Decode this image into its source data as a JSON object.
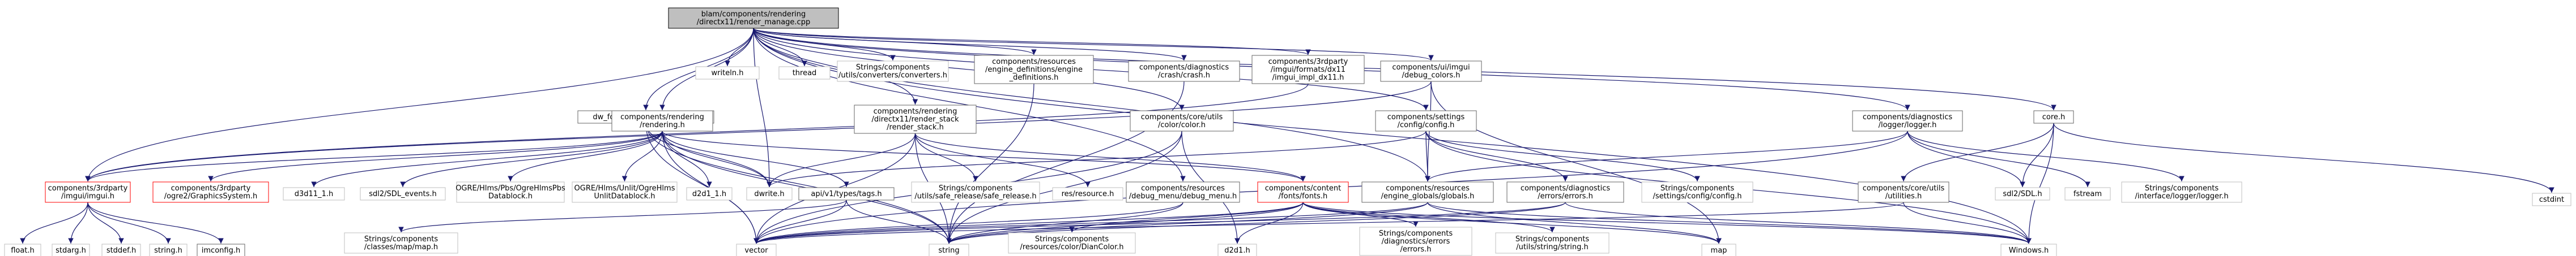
{
  "colors": {
    "edge": "#191970",
    "root_fill": "#bfbfbf",
    "root_stroke": "#000000",
    "normal_stroke": "#666666",
    "missing_stroke": "#bfbfbf",
    "highlight_stroke": "#ff0000"
  },
  "nodes": [
    {
      "id": "root",
      "kind": "root",
      "lines": [
        "blam/components/rendering",
        "/directx11/render_manage.cpp"
      ]
    },
    {
      "id": "writeln",
      "kind": "missing",
      "lines": [
        "writeln.h"
      ]
    },
    {
      "id": "thread",
      "kind": "missing",
      "lines": [
        "thread"
      ]
    },
    {
      "id": "converters",
      "kind": "missing",
      "lines": [
        "Strings/components",
        "/utils/converters/converters.h"
      ]
    },
    {
      "id": "engdefs",
      "kind": "normal",
      "lines": [
        "components/resources",
        "/engine_definitions/engine",
        "_definitions.h"
      ]
    },
    {
      "id": "crash",
      "kind": "normal",
      "lines": [
        "components/diagnostics",
        "/crash/crash.h"
      ]
    },
    {
      "id": "imgui_impl",
      "kind": "normal",
      "lines": [
        "components/3rdparty",
        "/imgui/formats/dx11",
        "/imgui_impl_dx11.h"
      ]
    },
    {
      "id": "debug_colors",
      "kind": "normal",
      "lines": [
        "components/ui/imgui",
        "/debug_colors.h"
      ]
    },
    {
      "id": "dwfont",
      "kind": "normal",
      "lines": [
        "dw_font_loader/FontLoader.h"
      ]
    },
    {
      "id": "rendering",
      "kind": "normal",
      "lines": [
        "components/rendering",
        "/rendering.h"
      ]
    },
    {
      "id": "render_stack",
      "kind": "normal",
      "lines": [
        "components/rendering",
        "/directx11/render_stack",
        "/render_stack.h"
      ]
    },
    {
      "id": "colorh",
      "kind": "normal",
      "lines": [
        "components/core/utils",
        "/color/color.h"
      ]
    },
    {
      "id": "configh",
      "kind": "normal",
      "lines": [
        "components/settings",
        "/config/config.h"
      ]
    },
    {
      "id": "logger",
      "kind": "normal",
      "lines": [
        "components/diagnostics",
        "/logger/logger.h"
      ]
    },
    {
      "id": "coreh",
      "kind": "normal",
      "lines": [
        "core.h"
      ]
    },
    {
      "id": "imguih",
      "kind": "highlight",
      "lines": [
        "components/3rdparty",
        "/imgui/imgui.h"
      ]
    },
    {
      "id": "gfxsys",
      "kind": "highlight",
      "lines": [
        "components/3rdparty",
        "/ogre2/GraphicsSystem.h"
      ]
    },
    {
      "id": "d3d11",
      "kind": "missing",
      "lines": [
        "d3d11_1.h"
      ]
    },
    {
      "id": "sdl2events",
      "kind": "missing",
      "lines": [
        "sdl2/SDL_events.h"
      ]
    },
    {
      "id": "ogrepbs",
      "kind": "missing",
      "lines": [
        "OGRE/Hlms/Pbs/OgreHlmsPbs",
        "Datablock.h"
      ]
    },
    {
      "id": "ogreunlit",
      "kind": "missing",
      "lines": [
        "OGRE/Hlms/Unlit/OgreHlms",
        "UnlitDatablock.h"
      ]
    },
    {
      "id": "d2d1",
      "kind": "missing",
      "lines": [
        "d2d1_1.h"
      ]
    },
    {
      "id": "dwrite",
      "kind": "missing",
      "lines": [
        "dwrite.h"
      ]
    },
    {
      "id": "apiv1",
      "kind": "normal",
      "lines": [
        "api/v1/types/tags.h"
      ]
    },
    {
      "id": "safe_release",
      "kind": "missing",
      "lines": [
        "Strings/components",
        "/utils/safe_release/safe_release.h"
      ]
    },
    {
      "id": "resource",
      "kind": "missing",
      "lines": [
        "res/resource.h"
      ]
    },
    {
      "id": "debugmenu",
      "kind": "normal",
      "lines": [
        "components/resources",
        "/debug_menu/debug_menu.h"
      ]
    },
    {
      "id": "fonts",
      "kind": "highlight",
      "lines": [
        "components/content",
        "/fonts/fonts.h"
      ]
    },
    {
      "id": "globals",
      "kind": "normal",
      "lines": [
        "components/resources",
        "/engine_globals/globals.h"
      ]
    },
    {
      "id": "errors",
      "kind": "normal",
      "lines": [
        "components/diagnostics",
        "/errors/errors.h"
      ]
    },
    {
      "id": "cfgcfg",
      "kind": "missing",
      "lines": [
        "Strings/components",
        "/settings/config/config.h"
      ]
    },
    {
      "id": "utilities",
      "kind": "normal",
      "lines": [
        "components/core/utils",
        "/utilities.h"
      ]
    },
    {
      "id": "sdl2sdl",
      "kind": "missing",
      "lines": [
        "sdl2/SDL.h"
      ]
    },
    {
      "id": "fstream",
      "kind": "missing",
      "lines": [
        "fstream"
      ]
    },
    {
      "id": "ilogger",
      "kind": "missing",
      "lines": [
        "Strings/components",
        "/interface/logger/logger.h"
      ]
    },
    {
      "id": "cstdint",
      "kind": "missing",
      "lines": [
        "cstdint"
      ]
    },
    {
      "id": "cfloat",
      "kind": "missing",
      "lines": [
        "float.h"
      ]
    },
    {
      "id": "stdarg",
      "kind": "missing",
      "lines": [
        "stdarg.h"
      ]
    },
    {
      "id": "stddef",
      "kind": "missing",
      "lines": [
        "stddef.h"
      ]
    },
    {
      "id": "stringh",
      "kind": "missing",
      "lines": [
        "string.h"
      ]
    },
    {
      "id": "imconfig",
      "kind": "normal",
      "lines": [
        "imconfig.h"
      ]
    },
    {
      "id": "mapwrap",
      "kind": "missing",
      "lines": [
        "Strings/components",
        "/classes/map/map.h"
      ]
    },
    {
      "id": "vector",
      "kind": "missing",
      "lines": [
        "vector"
      ]
    },
    {
      "id": "string",
      "kind": "missing",
      "lines": [
        "string"
      ]
    },
    {
      "id": "diancolor",
      "kind": "missing",
      "lines": [
        "Strings/components",
        "/resources/color/DianColor.h"
      ]
    },
    {
      "id": "d2d1b",
      "kind": "missing",
      "lines": [
        "d2d1.h"
      ]
    },
    {
      "id": "diagerrs",
      "kind": "missing",
      "lines": [
        "Strings/components",
        "/diagnostics/errors",
        "/errors.h"
      ]
    },
    {
      "id": "stringstr",
      "kind": "missing",
      "lines": [
        "Strings/components",
        "/utils/string/string.h"
      ]
    },
    {
      "id": "map",
      "kind": "missing",
      "lines": [
        "map"
      ]
    },
    {
      "id": "windows",
      "kind": "missing",
      "lines": [
        "Windows.h"
      ]
    }
  ],
  "edges": [
    [
      "root",
      "writeln"
    ],
    [
      "root",
      "thread"
    ],
    [
      "root",
      "converters"
    ],
    [
      "root",
      "engdefs"
    ],
    [
      "root",
      "crash"
    ],
    [
      "root",
      "imgui_impl"
    ],
    [
      "root",
      "debug_colors"
    ],
    [
      "root",
      "dwfont"
    ],
    [
      "root",
      "rendering"
    ],
    [
      "root",
      "render_stack"
    ],
    [
      "root",
      "colorh"
    ],
    [
      "root",
      "configh"
    ],
    [
      "root",
      "logger"
    ],
    [
      "root",
      "coreh"
    ],
    [
      "root",
      "globals"
    ],
    [
      "root",
      "debugmenu"
    ],
    [
      "root",
      "imguih"
    ],
    [
      "root",
      "dwrite"
    ],
    [
      "root",
      "windows"
    ],
    [
      "rendering",
      "imguih"
    ],
    [
      "rendering",
      "gfxsys"
    ],
    [
      "rendering",
      "d3d11"
    ],
    [
      "rendering",
      "sdl2events"
    ],
    [
      "rendering",
      "ogrepbs"
    ],
    [
      "rendering",
      "ogreunlit"
    ],
    [
      "rendering",
      "d2d1"
    ],
    [
      "rendering",
      "dwrite"
    ],
    [
      "rendering",
      "apiv1"
    ],
    [
      "rendering",
      "vector"
    ],
    [
      "rendering",
      "string"
    ],
    [
      "rendering",
      "fonts"
    ],
    [
      "imguih",
      "cfloat"
    ],
    [
      "imguih",
      "stdarg"
    ],
    [
      "imguih",
      "stddef"
    ],
    [
      "imguih",
      "stringh"
    ],
    [
      "imguih",
      "imconfig"
    ],
    [
      "dwfont",
      "dwrite"
    ],
    [
      "dwfont",
      "vector"
    ],
    [
      "dwfont",
      "string"
    ],
    [
      "render_stack",
      "safe_release"
    ],
    [
      "render_stack",
      "resource"
    ],
    [
      "render_stack",
      "vector"
    ],
    [
      "render_stack",
      "string"
    ],
    [
      "render_stack",
      "dwrite"
    ],
    [
      "render_stack",
      "fonts"
    ],
    [
      "apiv1",
      "mapwrap"
    ],
    [
      "apiv1",
      "vector"
    ],
    [
      "apiv1",
      "string"
    ],
    [
      "debugmenu",
      "string"
    ],
    [
      "debugmenu",
      "vector"
    ],
    [
      "fonts",
      "string"
    ],
    [
      "fonts",
      "vector"
    ],
    [
      "fonts",
      "diancolor"
    ],
    [
      "fonts",
      "d2d1b"
    ],
    [
      "fonts",
      "diagerrs"
    ],
    [
      "fonts",
      "stringstr"
    ],
    [
      "fonts",
      "map"
    ],
    [
      "fonts",
      "windows"
    ],
    [
      "colorh",
      "d2d1b"
    ],
    [
      "colorh",
      "string"
    ],
    [
      "colorh",
      "vector"
    ],
    [
      "configh",
      "cfgcfg"
    ],
    [
      "configh",
      "globals"
    ],
    [
      "configh",
      "errors"
    ],
    [
      "configh",
      "windows"
    ],
    [
      "configh",
      "dwrite"
    ],
    [
      "globals",
      "string"
    ],
    [
      "globals",
      "vector"
    ],
    [
      "globals",
      "map"
    ],
    [
      "globals",
      "windows"
    ],
    [
      "errors",
      "string"
    ],
    [
      "errors",
      "windows"
    ],
    [
      "errors",
      "vector"
    ],
    [
      "logger",
      "fstream"
    ],
    [
      "logger",
      "ilogger"
    ],
    [
      "logger",
      "sdl2sdl"
    ],
    [
      "logger",
      "globals"
    ],
    [
      "logger",
      "vector"
    ],
    [
      "coreh",
      "sdl2sdl"
    ],
    [
      "coreh",
      "cstdint"
    ],
    [
      "coreh",
      "windows"
    ],
    [
      "coreh",
      "utilities"
    ],
    [
      "utilities",
      "windows"
    ],
    [
      "utilities",
      "vector"
    ],
    [
      "debug_colors",
      "imguih"
    ],
    [
      "debug_colors",
      "globals"
    ],
    [
      "debug_colors",
      "map"
    ],
    [
      "crash",
      "string"
    ],
    [
      "engdefs",
      "string"
    ],
    [
      "imgui_impl",
      "imguih"
    ]
  ]
}
